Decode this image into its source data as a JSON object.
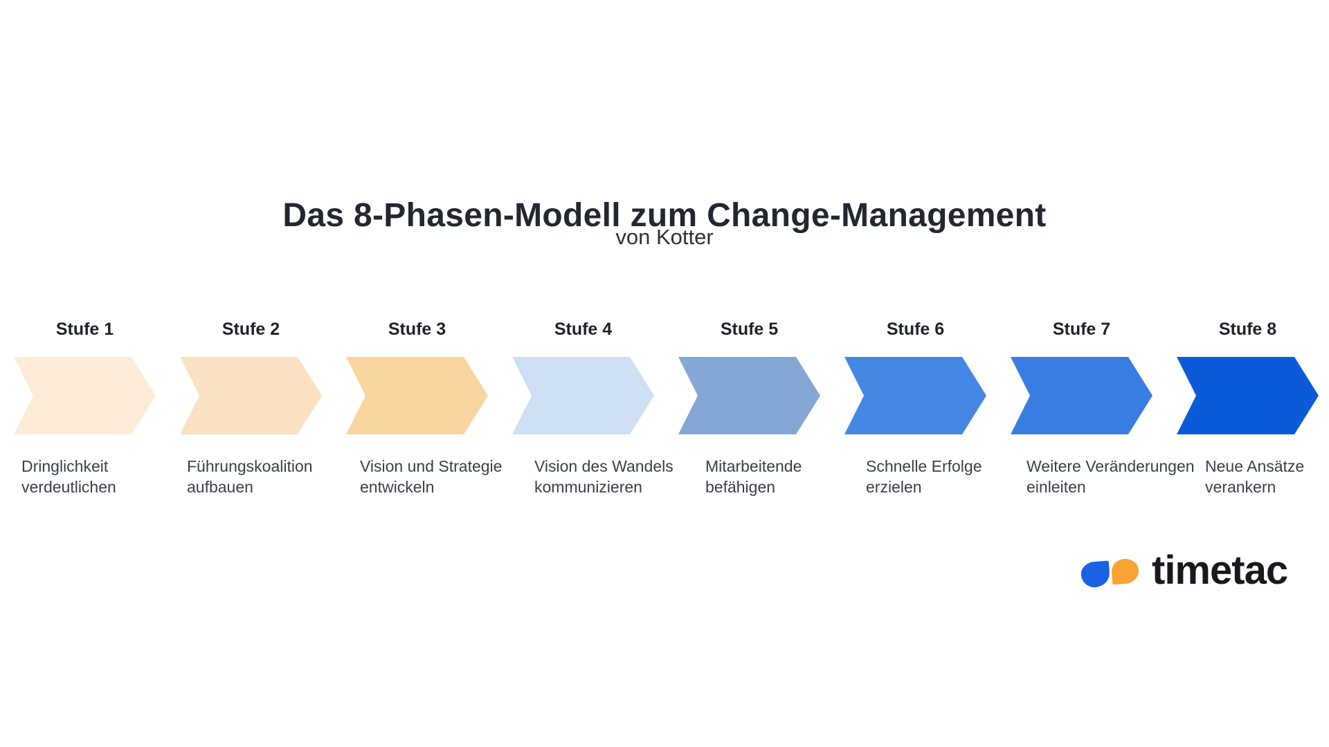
{
  "header": {
    "title": "Das 8-Phasen-Modell zum Change-Management",
    "subtitle": "von Kotter"
  },
  "stages": [
    {
      "label": "Stufe 1",
      "color": "#FCEBD7",
      "lines": [
        "Dringlichkeit",
        "verdeutlichen"
      ]
    },
    {
      "label": "Stufe 2",
      "color": "#FBE2C3",
      "lines": [
        "Führungskoalition",
        "aufbauen"
      ]
    },
    {
      "label": "Stufe 3",
      "color": "#F9D5A0",
      "lines": [
        "Vision und Strategie",
        "entwickeln"
      ]
    },
    {
      "label": "Stufe 4",
      "color": "#CFE0F5",
      "lines": [
        "Vision des Wandels",
        "kommunizieren"
      ]
    },
    {
      "label": "Stufe 5",
      "color": "#84A7D6",
      "lines": [
        "Mitarbeitende",
        "befähigen"
      ]
    },
    {
      "label": "Stufe 6",
      "color": "#4487E5",
      "lines": [
        "Schnelle Erfolge",
        "erzielen"
      ]
    },
    {
      "label": "Stufe 7",
      "color": "#3A7DE2",
      "lines": [
        "Weitere Veränderungen",
        "einleiten"
      ]
    },
    {
      "label": "Stufe 8",
      "color": "#0B5BD8",
      "lines": [
        "Neue Ansätze",
        "verankern"
      ]
    }
  ],
  "logo": {
    "text": "timetac",
    "blue": "#1A61E4",
    "orange": "#F8A334",
    "text_color": "#17191F"
  }
}
